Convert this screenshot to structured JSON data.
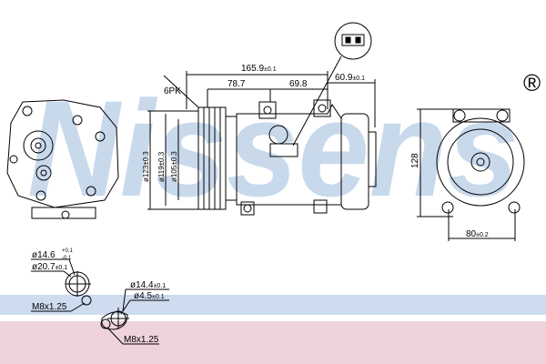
{
  "watermark": {
    "brand": "Nissens",
    "registered": "®"
  },
  "colors": {
    "watermark": "#c9d9ec",
    "band_blue": "#cddcee",
    "band_pink": "#efd3da",
    "line": "#000000"
  },
  "dimensions": {
    "overall_length": "165.9",
    "overall_length_tol": "±0.1",
    "mount_a": "78.7",
    "mount_b": "69.8",
    "rear_offset": "60.9",
    "rear_offset_tol": "±0.1",
    "belt": "6PK",
    "pulley_d1": "ø123±0.3",
    "pulley_d2": "ø119±0.3",
    "pulley_d3": "ø105±0.3",
    "height": "128",
    "rear_width": "80",
    "rear_width_tol": "±0.2"
  },
  "ports": {
    "suction": {
      "bore": "ø14.6",
      "bore_tol_plus": "+0.1",
      "bore_tol_minus": "-0.1",
      "outer": "ø20.7",
      "outer_tol": "±0.1",
      "thread": "M8x1.25"
    },
    "discharge": {
      "bore": "ø14.4",
      "bore_tol": "±0.1",
      "inner": "ø4.5",
      "inner_tol": "±0.1",
      "thread": "M8x1.25"
    }
  }
}
